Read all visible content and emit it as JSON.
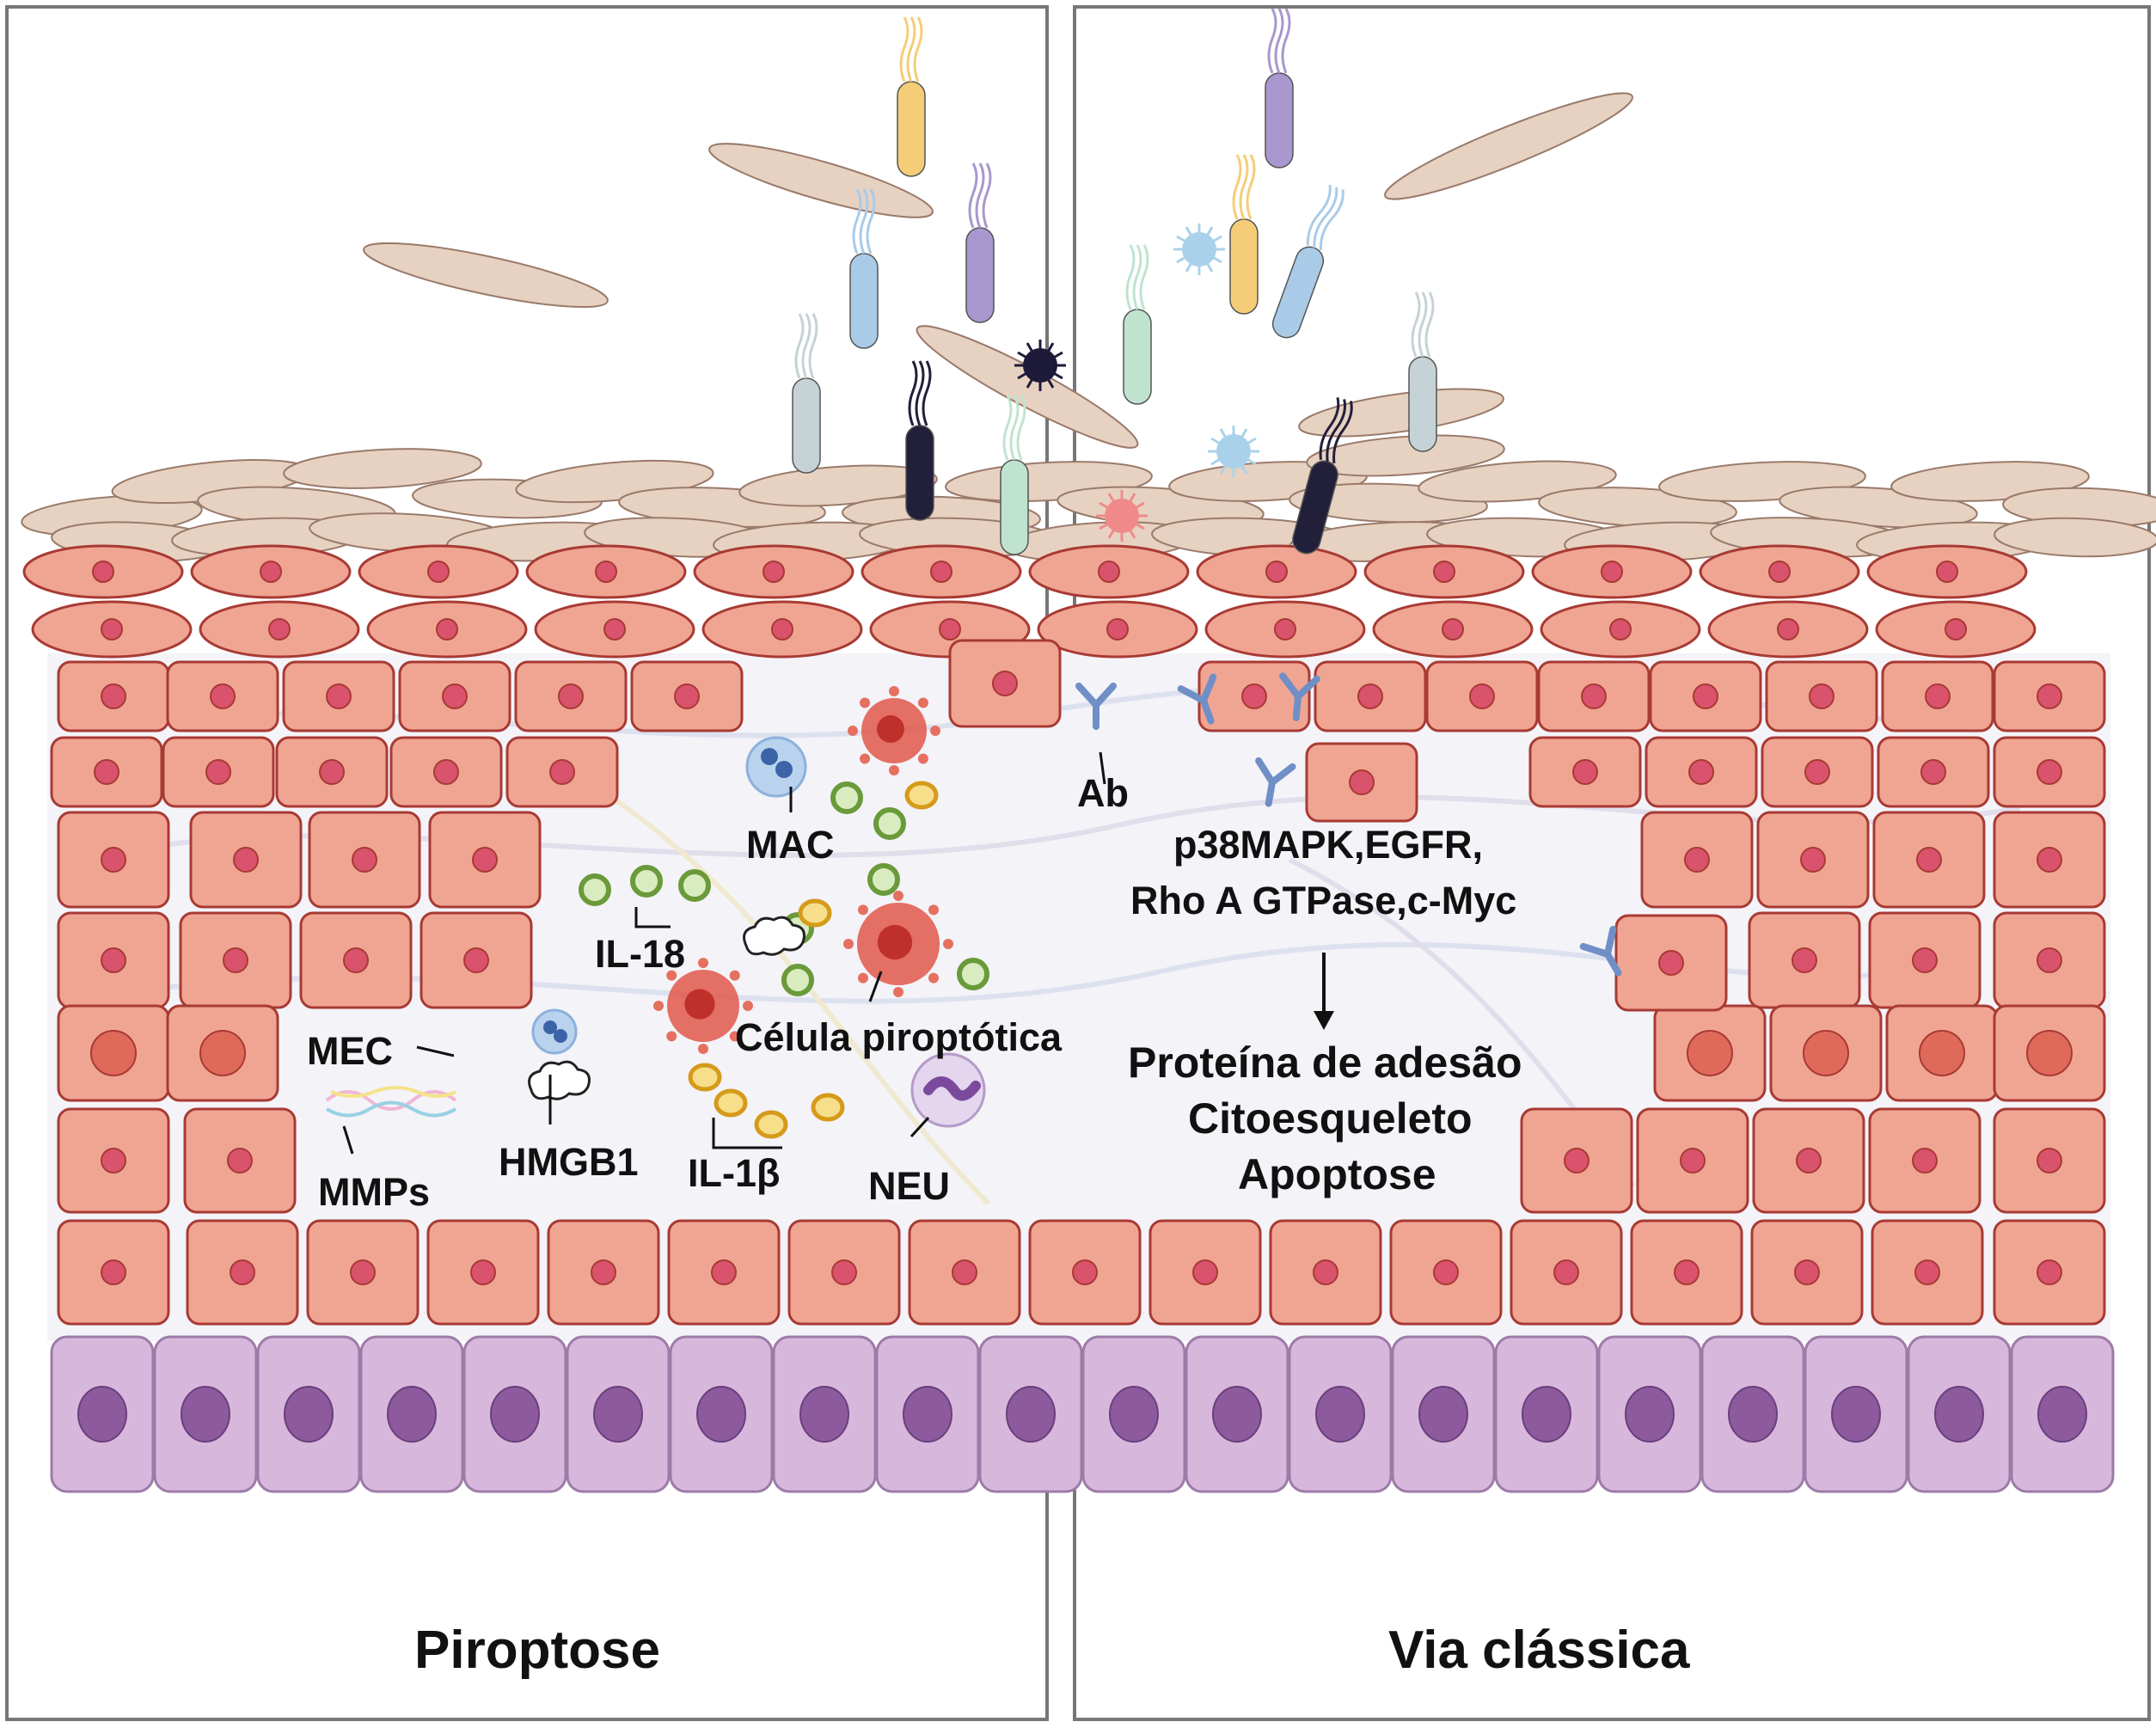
{
  "panels": {
    "left_title": "Piroptose",
    "right_title": "Via clássica"
  },
  "labels": {
    "mac": "MAC",
    "il18": "IL-18",
    "celula_piroptotica": "Célula piroptótica",
    "mec": "MEC",
    "hmgb1": "HMGB1",
    "il1b": "IL-1β",
    "neu": "NEU",
    "mmps": "MMPs",
    "ab": "Ab",
    "pathway_line1": "p38MAPK,EGFR,",
    "pathway_line2": "Rho A GTPase,c-Myc",
    "outcome_line1": "Proteína de adesão",
    "outcome_line2": "Citoesqueleto",
    "outcome_line3": "Apoptose"
  },
  "colors": {
    "keratinocyte": "#f0a593",
    "keratinocyte_border": "#a83a34",
    "nucleus": "#d9536c",
    "basal_cell": "#d7b8dc",
    "basal_border": "#9d7ba8",
    "basal_nucleus": "#8d5a9e",
    "corneocyte": "#e7d2c2",
    "corneocyte_border": "#9a7a6a",
    "il18_ring": "#6a9a3a",
    "il1b_ring": "#d69a1a",
    "pyroptotic_cell": "#e0574a",
    "antibody": "#6f8fc6",
    "bacteria_yellow": "#f5cd78",
    "bacteria_blue": "#a9cbe8",
    "bacteria_purple": "#a997cf",
    "bacteria_dark": "#221f3a",
    "bacteria_green": "#bfe3cf",
    "bacteria_grey": "#c5d2d6"
  }
}
